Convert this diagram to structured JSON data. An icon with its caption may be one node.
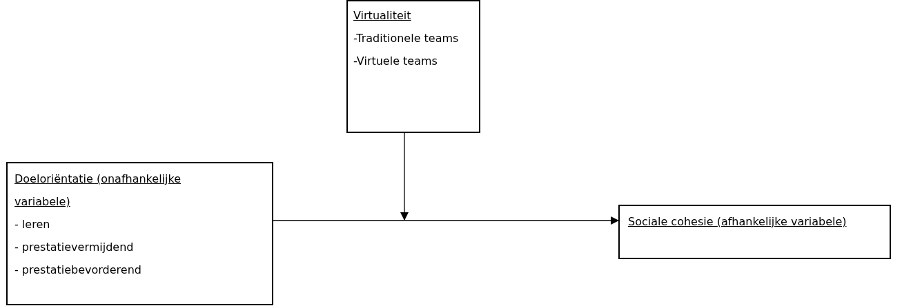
{
  "diagram": {
    "nodes": [
      {
        "text": [
          "Virtualiteit",
          "-Traditionele teams",
          "-Virtuele teams"
        ]
      },
      {
        "text": [
          "Doeloriëntatie (onafhankelijke variabele)",
          "- leren",
          "- prestatievermijdend",
          "- prestatiebevorderend"
        ]
      },
      {
        "text": [
          "Sociale cohesie (afhankelijke variabele)"
        ]
      }
    ],
    "edges": [
      {
        "from": 1,
        "to": 2,
        "arrow": "to"
      },
      {
        "from": 0,
        "to": null,
        "arrow": "to"
      }
    ]
  }
}
